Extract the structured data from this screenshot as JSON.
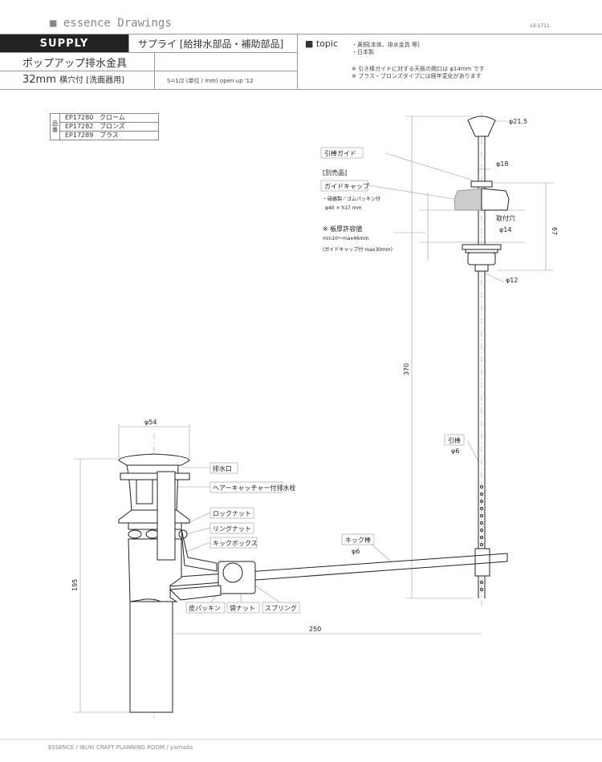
{
  "header": {
    "brand": "■ essence Drawings",
    "version": "v3-1711",
    "category_badge": "SUPPLY",
    "category": "サプライ [給排水部品・補助部品]",
    "product_name": "ポップアップ排水金具",
    "size": "32mm",
    "size_suffix": "横穴付 [洗面器用]",
    "scale": "S=1/2 (単位 / mm)   open up '12"
  },
  "topic": {
    "label": "■ topic",
    "notes": [
      "・黄銅[本体、排水金具 等]",
      "・日本製",
      "※ 引き棒ガイドに対する天板の開口は φ14mm です",
      "※ ブラス・ブロンズタイプには経年変化があります"
    ]
  },
  "codes": {
    "heading": "品番",
    "rows": [
      {
        "code": "EP17280",
        "finish": "クローム"
      },
      {
        "code": "EP17282",
        "finish": "ブロンズ"
      },
      {
        "code": "EP17289",
        "finish": "ブラス"
      }
    ]
  },
  "drawing": {
    "knob_dia": "φ21.5",
    "guide_label": "引棒ガイド",
    "guide_dia": "φ18",
    "separate": "[別売品]",
    "cap_label": "ガイドキャップ",
    "cap_material": "・磁器製／ゴムパッキン付",
    "cap_size": "φ40 × h17 mm",
    "thickness_title": "※ 板厚許容値",
    "thickness_range": "min10〜max46mm",
    "thickness_cap": "(ガイドキャップ付 max30mm)",
    "hole_label": "取付穴",
    "hole_dia": "φ14",
    "dim_67": "67",
    "rod_dia_12": "φ12",
    "dim_370": "370",
    "pull_rod": "引棒",
    "pull_rod_dia": "φ6",
    "kick_rod": "キック棒",
    "kick_rod_dia": "φ6",
    "dim_54": "φ54",
    "dim_195": "195",
    "dim_250": "250",
    "parts": {
      "drain_outlet": "排水口",
      "plug": "ヘアーキャッチャー付排水栓",
      "lock_nut": "ロックナット",
      "ring_nut": "リングナット",
      "kick_box": "キックボックス",
      "leather_packing": "皮パッキン",
      "cap_nut": "袋ナット",
      "spring": "スプリング"
    }
  },
  "footer": "ESSENCE / IBUKI CRAFT  PLANNING ROOM / yamada"
}
